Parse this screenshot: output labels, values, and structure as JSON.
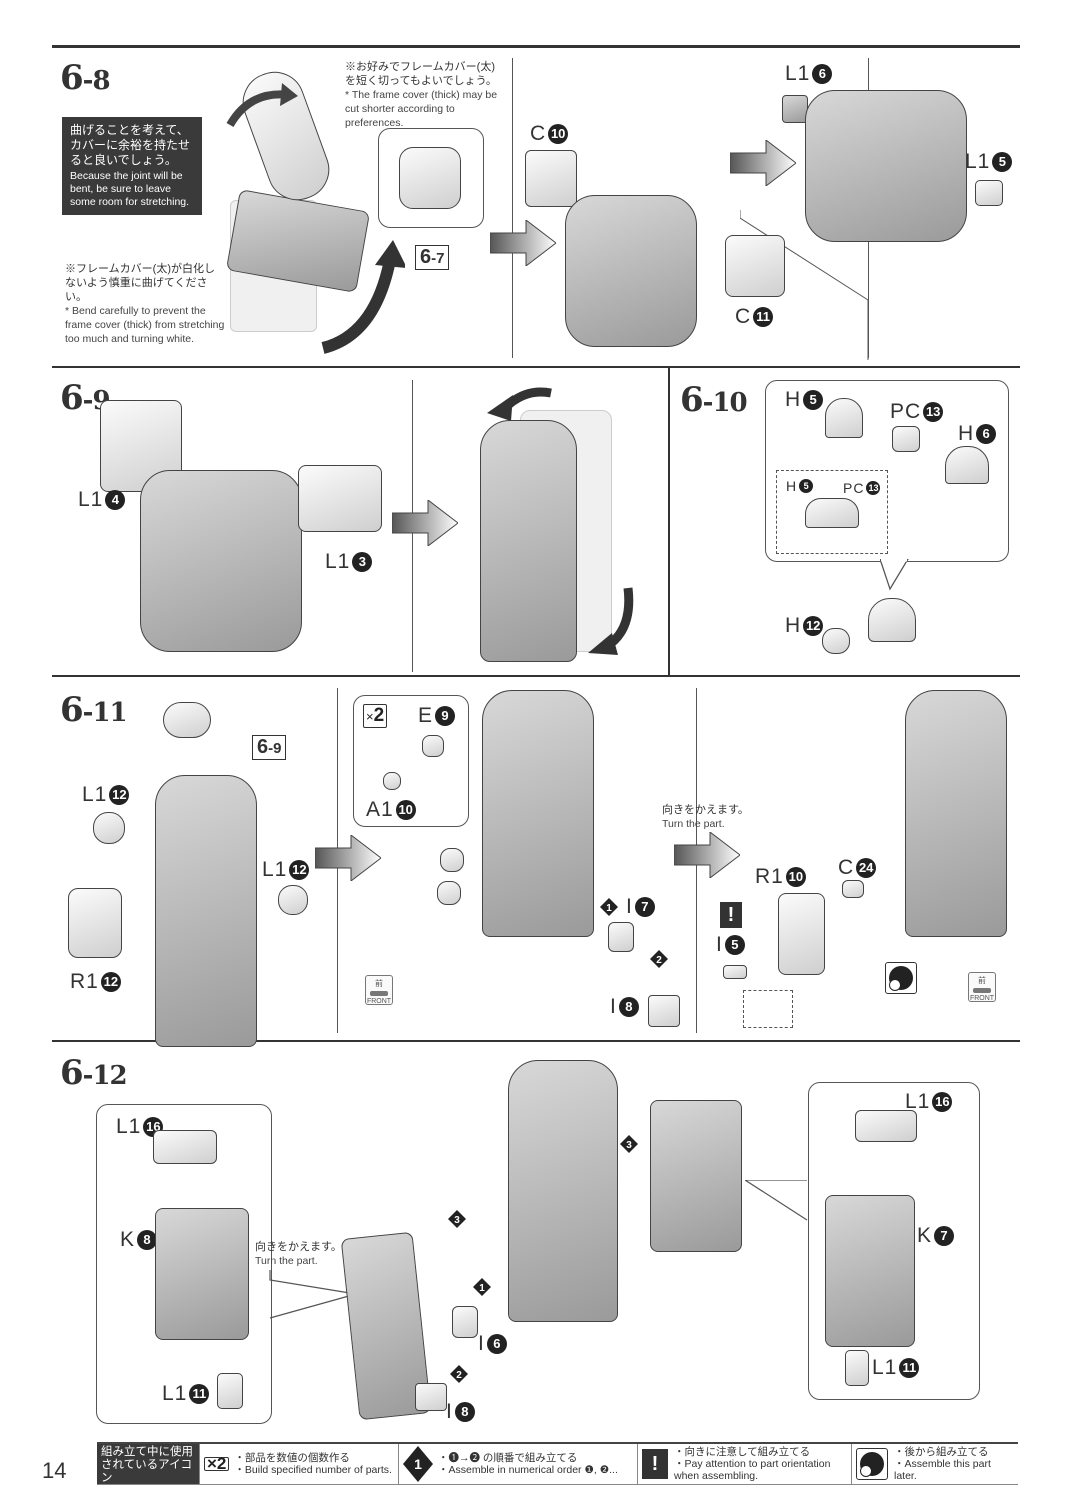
{
  "page_number": "14",
  "steps": {
    "s6_8": {
      "title_main": "6",
      "title_sub": "-8",
      "tip_box_jp": "曲げることを考えて、カバーに余裕を持たせると良いでしょう。",
      "tip_box_en": "Because the joint will be bent, be sure to leave some room for stretching.",
      "note_top_jp": "※お好みでフレームカバー(太)を短く切ってもよいでしょう。",
      "note_top_en": "* The frame cover (thick) may be cut shorter according to preferences.",
      "note_bottom_jp": "※フレームカバー(太)が白化しないよう慎重に曲げてください。",
      "note_bottom_en": "* Bend carefully to prevent the frame cover (thick) from stretching too much and turning white.",
      "ref_box": {
        "main": "6",
        "sub": "-7"
      },
      "panel2_labels": [
        {
          "letter": "C",
          "num": "10"
        },
        {
          "letter": "C",
          "num": "11"
        }
      ],
      "panel3_labels": [
        {
          "letter": "L1",
          "num": "6"
        },
        {
          "letter": "L1",
          "num": "5"
        }
      ]
    },
    "s6_9": {
      "title_main": "6",
      "title_sub": "-9",
      "labels": [
        {
          "letter": "L1",
          "num": "4"
        },
        {
          "letter": "L1",
          "num": "3"
        }
      ]
    },
    "s6_10": {
      "title_main": "6",
      "title_sub": "-10",
      "labels": [
        {
          "letter": "H",
          "num": "5"
        },
        {
          "letter": "PC",
          "num": "13"
        },
        {
          "letter": "H",
          "num": "6"
        },
        {
          "letter": "H",
          "num": "12"
        }
      ],
      "inset_labels": [
        {
          "letter": "H",
          "num": "5"
        },
        {
          "letter": "PC",
          "num": "13"
        }
      ]
    },
    "s6_11": {
      "title_main": "6",
      "title_sub": "-11",
      "ref_box": {
        "main": "6",
        "sub": "-9"
      },
      "panel1_labels": [
        {
          "letter": "L1",
          "num": "12"
        },
        {
          "letter": "L1",
          "num": "12"
        },
        {
          "letter": "R1",
          "num": "12"
        }
      ],
      "panel2_callout": {
        "multiplier": "2",
        "labels": [
          {
            "letter": "E",
            "num": "9"
          },
          {
            "letter": "A1",
            "num": "10"
          }
        ]
      },
      "panel2_labels": [
        {
          "letter": "I",
          "num": "7"
        },
        {
          "letter": "I",
          "num": "8"
        }
      ],
      "order_marks": [
        "1",
        "2"
      ],
      "turn_note_jp": "向きをかえます。",
      "turn_note_en": "Turn the part.",
      "panel3_labels": [
        {
          "letter": "R1",
          "num": "10"
        },
        {
          "letter": "C",
          "num": "24"
        },
        {
          "letter": "I",
          "num": "5"
        }
      ],
      "front_badge_jp": "前",
      "front_badge_en": "FRONT",
      "warning_glyph": "!"
    },
    "s6_12": {
      "title_main": "6",
      "title_sub": "-12",
      "left_callout_labels": [
        {
          "letter": "L1",
          "num": "16"
        },
        {
          "letter": "K",
          "num": "8"
        },
        {
          "letter": "L1",
          "num": "11"
        }
      ],
      "turn_note_jp": "向きをかえます。",
      "turn_note_en": "Turn the part.",
      "center_labels": [
        {
          "letter": "I",
          "num": "6"
        },
        {
          "letter": "I",
          "num": "8"
        }
      ],
      "order_marks": [
        "1",
        "2",
        "3",
        "3"
      ],
      "right_callout_labels": [
        {
          "letter": "L1",
          "num": "16"
        },
        {
          "letter": "K",
          "num": "7"
        },
        {
          "letter": "L1",
          "num": "11"
        }
      ]
    }
  },
  "legend": {
    "title_jp_1": "組み立て中に使用",
    "title_jp_2": "されているアイコン",
    "title_en": "Symbols used in instructions",
    "items": [
      {
        "icon": "multiply-count-icon",
        "icon_text": "×2",
        "jp": "・部品を数値の個数作る",
        "en": "・Build specified number of parts."
      },
      {
        "icon": "order-diamond-icon",
        "icon_text": "1",
        "jp": "・❶→❷ の順番で組み立てる",
        "en": "・Assemble in numerical order ❶, ❷..."
      },
      {
        "icon": "warning-icon",
        "icon_text": "!",
        "jp": "・向きに注意して組み立てる",
        "en": "・Pay attention to part orientation when assembling."
      },
      {
        "icon": "assemble-later-icon",
        "icon_text": "",
        "jp": "・後から組み立てる",
        "en": "・Assemble this part later."
      }
    ]
  }
}
